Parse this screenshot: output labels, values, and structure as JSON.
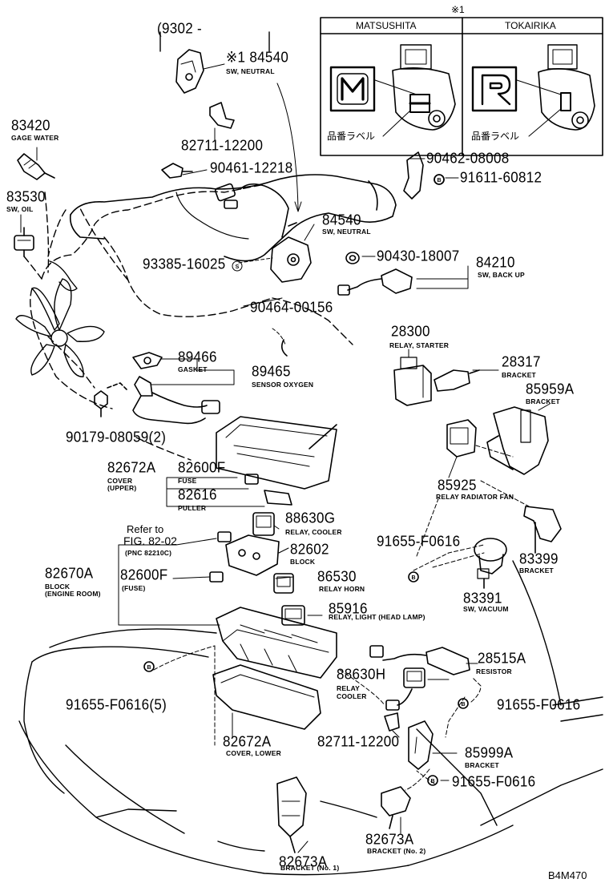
{
  "corner_mark": "※1",
  "inset": {
    "maker_left": "MATSUSHITA",
    "maker_right": "TOKAIRIKA",
    "label_left": "品番ラベル",
    "label_right": "品番ラベル",
    "logo_left": "M",
    "logo_right": "R"
  },
  "bracket_group": "(9302 -",
  "labels": {
    "n84540_top": "※1 84540",
    "n84540_top_desc": "SW, NEUTRAL",
    "n83420": "83420",
    "n83420_desc": "GAGE WATER",
    "n82711_top": "82711-12200",
    "n90461": "90461-12218",
    "n90462": "90462-08008",
    "n91611": "91611-60812",
    "n83530": "83530",
    "n83530_desc": "SW, OIL",
    "n84540_mid": "84540",
    "n84540_mid_desc": "SW, NEUTRAL",
    "n93385": "93385-16025",
    "n90430": "90430-18007",
    "n84210": "84210",
    "n84210_desc": "SW, BACK UP",
    "n90464": "90464-00156",
    "n28300": "28300",
    "n28300_desc": "RELAY, STARTER",
    "n89466": "89466",
    "n89466_desc": "GASKET",
    "n89465": "89465",
    "n89465_desc": "SENSOR OXYGEN",
    "n28317": "28317",
    "n28317_desc": "BRACKET",
    "n85959A": "85959A",
    "n85959A_desc": "BRACKET",
    "n90179": "90179-08059(2)",
    "n82672A_top": "82672A",
    "n82672A_top_desc1": "COVER",
    "n82672A_top_desc2": "(UPPER)",
    "n82600F_top": "82600F",
    "n82600F_top_desc": "FUSE",
    "n82616": "82616",
    "n82616_desc": "PULLER",
    "n85925": "85925",
    "n85925_desc": "RELAY RADIATOR FAN",
    "n88630G": "88630G",
    "n88630G_desc": "RELAY, COOLER",
    "refer1": "Refer to",
    "refer2": "FIG. 82-02",
    "refer3": "(PNC 82210C)",
    "n91655_a": "91655-F0616",
    "n82602": "82602",
    "n82602_desc": "BLOCK",
    "n83399": "83399",
    "n83399_desc": "BRACKET",
    "n82670A": "82670A",
    "n82670A_desc1": "BLOCK",
    "n82670A_desc2": "(ENGINE ROOM)",
    "n82600F_mid": "82600F",
    "n82600F_mid_desc": "(FUSE)",
    "n86530": "86530",
    "n86530_desc": "RELAY HORN",
    "n83391": "83391",
    "n83391_desc": "SW, VACUUM",
    "n85916": "85916",
    "n85916_desc": "RELAY, LIGHT (HEAD LAMP)",
    "n28515A": "28515A",
    "n28515A_desc": "RESISTOR",
    "n88630H": "88630H",
    "n88630H_desc1": "RELAY",
    "n88630H_desc2": "COOLER",
    "n91655_b": "91655-F0616(5)",
    "n91655_c": "91655-F0616",
    "n82672A_low": "82672A",
    "n82672A_low_desc": "COVER, LOWER",
    "n82711_low": "82711-12200",
    "n85999A": "85999A",
    "n85999A_desc": "BRACKET",
    "n91655_d": "91655-F0616",
    "n82673A_r": "82673A",
    "n82673A_r_desc": "BRACKET (No. 2)",
    "n82673A_l": "82673A",
    "n82673A_l_desc": "BRACKET (No. 1)",
    "code": "B4M470"
  }
}
